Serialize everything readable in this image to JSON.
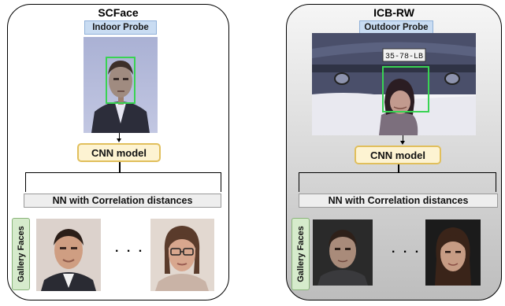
{
  "left_panel": {
    "title": "SCFace",
    "probe_label": "Indoor Probe",
    "model_label": "CNN model",
    "nn_label": "NN with Correlation distances",
    "gallery_label": "Gallery Faces",
    "ellipsis": ". . ."
  },
  "right_panel": {
    "title": "ICB-RW",
    "probe_label": "Outdoor Probe",
    "plate_text": "35-78-LB",
    "model_label": "CNN model",
    "nn_label": "NN with Correlation distances",
    "gallery_label": "Gallery Faces",
    "ellipsis": ". . ."
  },
  "colors": {
    "probe_label_bg": "#c9dcf2",
    "cnn_box_bg": "#fdf3d2",
    "cnn_box_border": "#e1bf5c",
    "gallery_label_bg": "#d6ebcc",
    "bounding_box": "#39d353"
  }
}
